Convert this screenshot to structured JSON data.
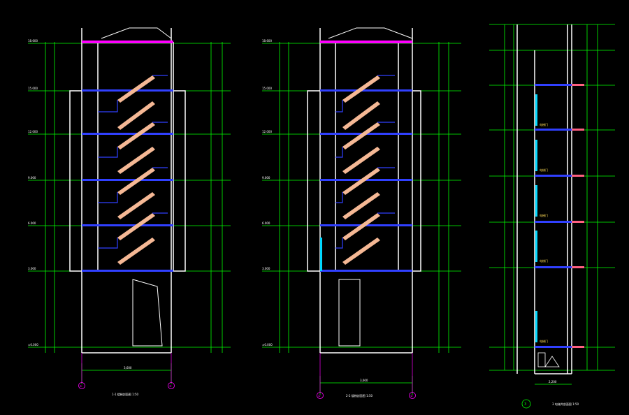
{
  "colors": {
    "background": "#000000",
    "wall": "#ffffff",
    "dimension": "#00ff00",
    "grid": "#ffffff",
    "stair": "#f5b895",
    "stair_blue": "#3040ff",
    "axis_magenta": "#ff00ff",
    "glass": "#00d8ff",
    "rail": "#c0c0c0"
  },
  "sections": [
    {
      "id": "left",
      "title": "1-1 楼梯剖面图 1:50",
      "axis_left": "①",
      "axis_right": "②",
      "bottom_dim": "3,600",
      "levels": [
        "18.600",
        "15.000",
        "12.000",
        "9.000",
        "6.000",
        "3.000",
        "±0.000"
      ]
    },
    {
      "id": "middle",
      "title": "2-2 楼梯剖面图 1:50",
      "axis_left": "①",
      "axis_right": "②",
      "bottom_dim": "3,600",
      "levels": [
        "18.600",
        "15.000",
        "12.000",
        "9.000",
        "6.000",
        "3.000",
        "±0.000"
      ]
    },
    {
      "id": "right",
      "title": "3 电梯井剖面图 1:50",
      "axis_number": "3",
      "floor_labels": [
        "电梯门",
        "电梯门",
        "电梯门",
        "电梯门",
        "电梯门"
      ],
      "bottom_dim": "2,200"
    }
  ]
}
